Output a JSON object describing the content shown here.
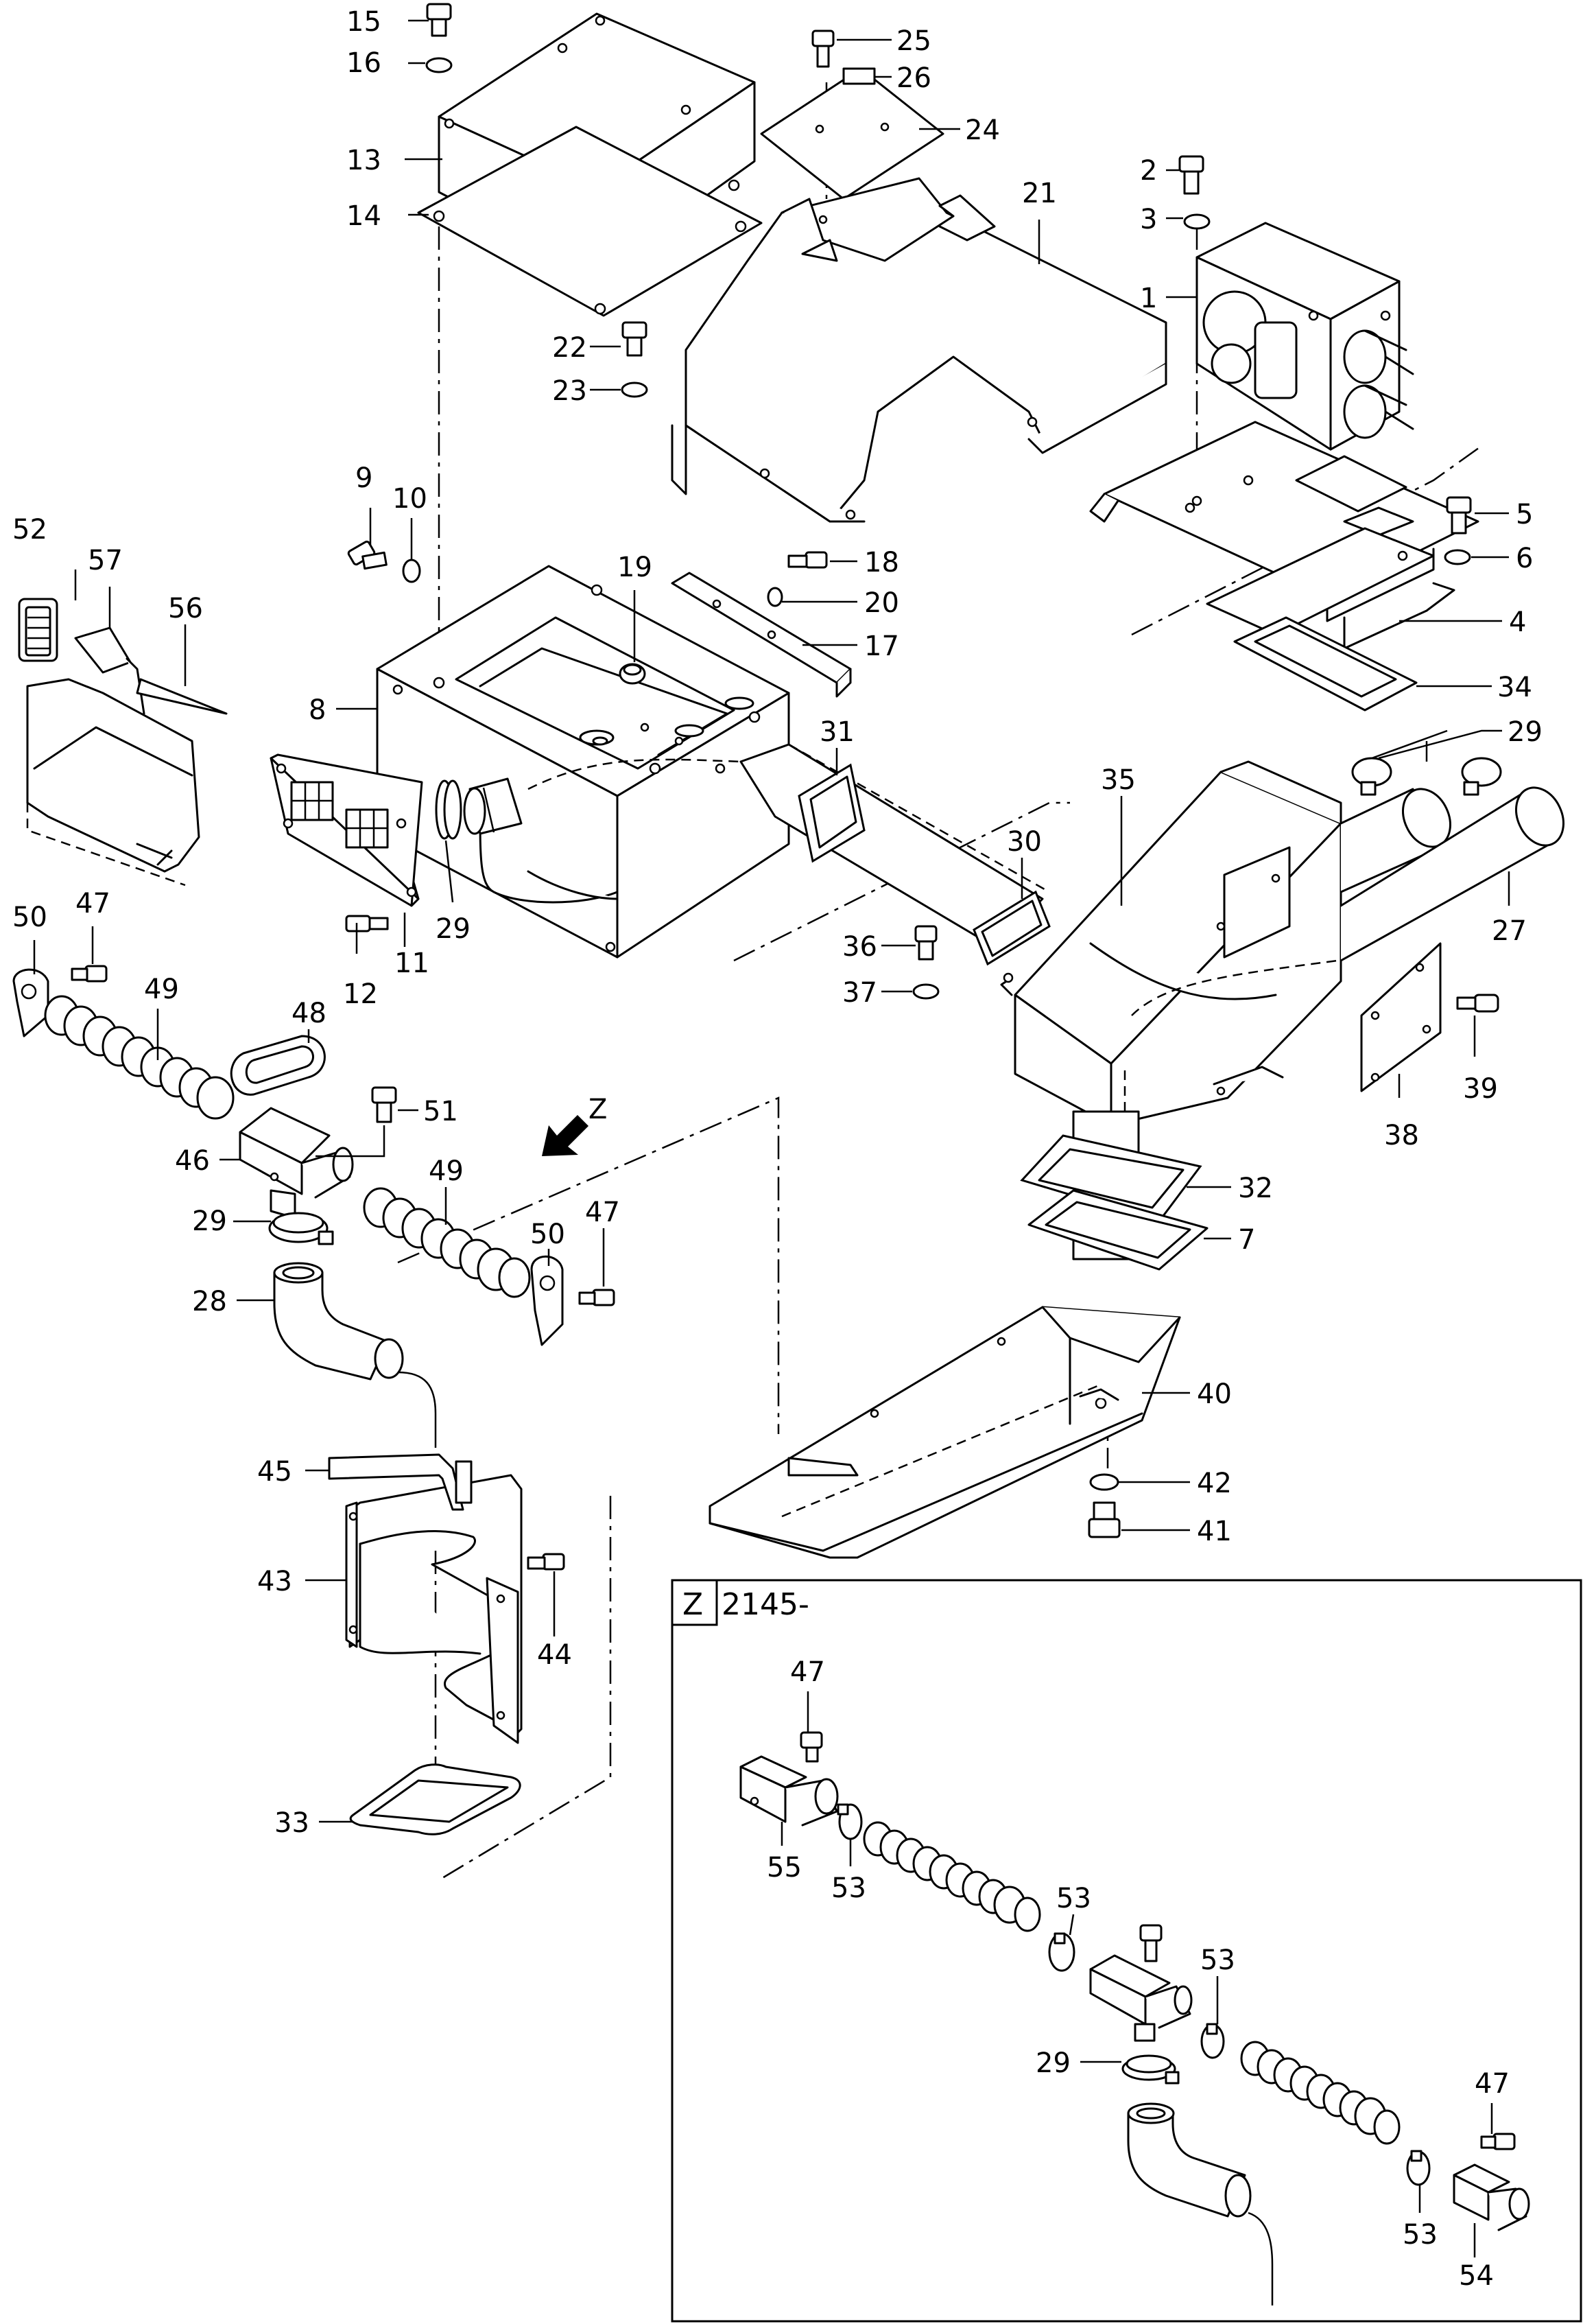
{
  "title": "",
  "view_z": {
    "letter": "Z",
    "serial": "2145-"
  },
  "callouts": {
    "c1": "1",
    "c2": "2",
    "c3": "3",
    "c4": "4",
    "c5": "5",
    "c6": "6",
    "c7": "7",
    "c8": "8",
    "c9": "9",
    "c10": "10",
    "c11": "11",
    "c12": "12",
    "c13": "13",
    "c14": "14",
    "c15": "15",
    "c16": "16",
    "c17": "17",
    "c18": "18",
    "c19": "19",
    "c20": "20",
    "c21": "21",
    "c22": "22",
    "c23": "23",
    "c24": "24",
    "c25": "25",
    "c26": "26",
    "c27": "27",
    "c28": "28",
    "c29": "29",
    "c30": "30",
    "c31": "31",
    "c32": "32",
    "c33": "33",
    "c34": "34",
    "c35": "35",
    "c36": "36",
    "c37": "37",
    "c38": "38",
    "c39": "39",
    "c40": "40",
    "c41": "41",
    "c42": "42",
    "c43": "43",
    "c44": "44",
    "c45": "45",
    "c46": "46",
    "c47": "47",
    "c48": "48",
    "c49": "49",
    "c50": "50",
    "c51": "51",
    "c52": "52",
    "c53": "53",
    "c54": "54",
    "c55": "55",
    "c56": "56",
    "c57": "57",
    "z_arrow": "Z"
  }
}
